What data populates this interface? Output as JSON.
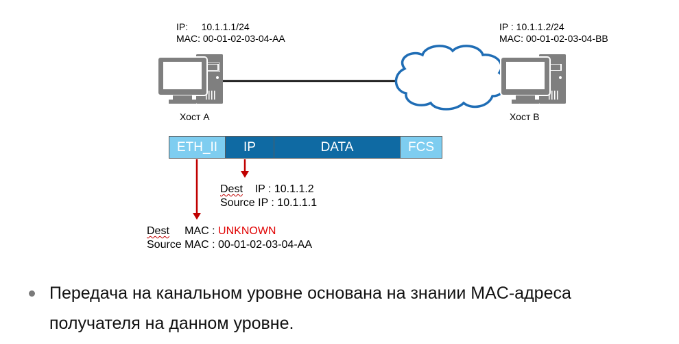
{
  "host_a": {
    "ip_label": "IP:",
    "ip_value": "10.1.1.1/24",
    "mac_label": "MAC:",
    "mac_value": "00-01-02-03-04-AA",
    "name": "Хост A"
  },
  "host_b": {
    "ip_label": "IP :",
    "ip_value": "10.1.1.2/24",
    "mac_label": "MAC:",
    "mac_value": "00-01-02-03-04-BB",
    "name": "Хост B"
  },
  "frame": {
    "segments": [
      {
        "label": "ETH_II",
        "color": "#7ecdf0"
      },
      {
        "label": "IP",
        "color": "#0f6aa3"
      },
      {
        "label": "DATA",
        "color": "#0f6aa3"
      },
      {
        "label": "FCS",
        "color": "#7ecdf0"
      }
    ]
  },
  "ip_header": {
    "dest_word": "Dest",
    "dest_rest": "IP : 10.1.1.2",
    "source": "Source IP : 10.1.1.1"
  },
  "eth_header": {
    "dest_word": "Dest",
    "dest_label": "MAC : ",
    "dest_value": "UNKNOWN",
    "source": "Source MAC : 00-01-02-03-04-AA"
  },
  "colors": {
    "arrow": "#c00000",
    "cloud": "#1f6db5",
    "computer": "#7f7f7f",
    "unknown": "#e00000"
  },
  "bullet": {
    "line1": "Передача на канальном уровне основана на знании MAC-адреса",
    "line2": "получателя на данном уровне."
  }
}
